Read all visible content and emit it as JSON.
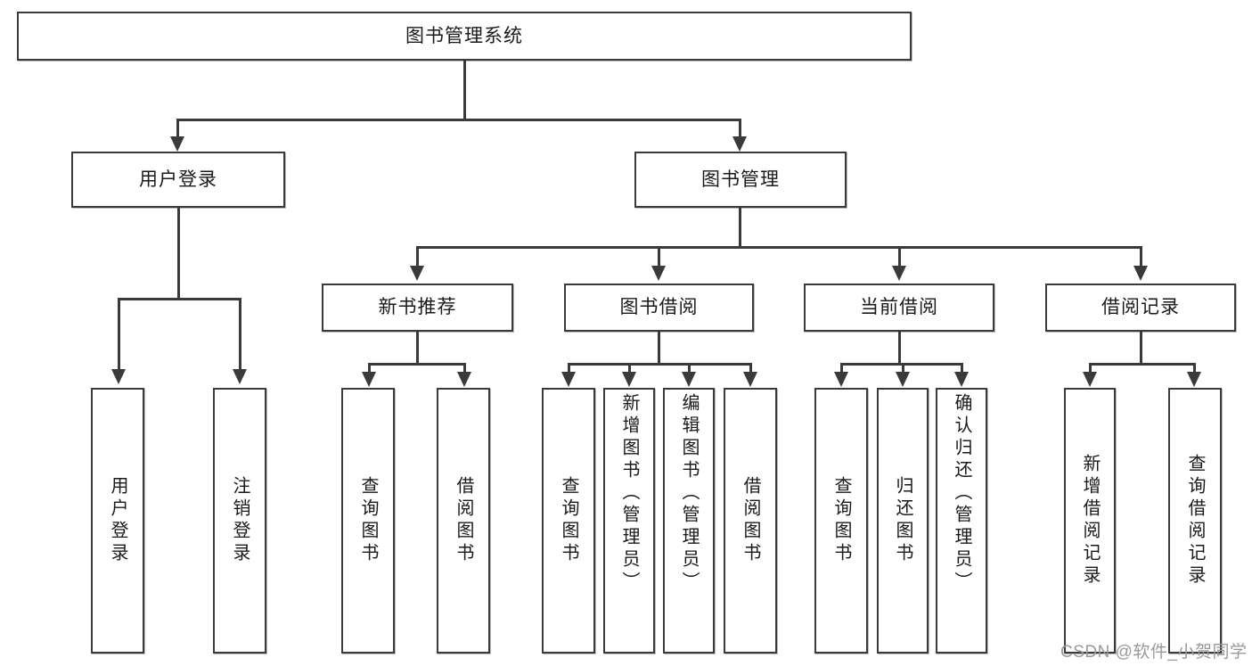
{
  "diagram": {
    "title_node": {
      "label": "图书管理系统"
    },
    "level2": [
      {
        "id": "user-login",
        "label": "用户登录"
      },
      {
        "id": "book-management",
        "label": "图书管理"
      }
    ],
    "level3": [
      {
        "id": "new-book-recommend",
        "label": "新书推荐"
      },
      {
        "id": "book-borrow",
        "label": "图书借阅"
      },
      {
        "id": "current-borrow",
        "label": "当前借阅"
      },
      {
        "id": "borrow-record",
        "label": "借阅记录"
      }
    ],
    "leaves": {
      "user_login": [
        {
          "id": "leaf-user-login",
          "label": "用户登录"
        },
        {
          "id": "leaf-logout-login",
          "label": "注销登录"
        }
      ],
      "new_book_recommend": [
        {
          "id": "leaf-query-book-1",
          "label": "查询图书"
        },
        {
          "id": "leaf-borrow-book-1",
          "label": "借阅图书"
        }
      ],
      "book_borrow": [
        {
          "id": "leaf-query-book-2",
          "label": "查询图书"
        },
        {
          "id": "leaf-add-book",
          "label": "新增图书（管理员）"
        },
        {
          "id": "leaf-edit-book",
          "label": "编辑图书（管理员）"
        },
        {
          "id": "leaf-borrow-book-2",
          "label": "借阅图书"
        }
      ],
      "current_borrow": [
        {
          "id": "leaf-query-book-3",
          "label": "查询图书"
        },
        {
          "id": "leaf-return-book",
          "label": "归还图书"
        },
        {
          "id": "leaf-confirm-return",
          "label": "确认归还（管理员）"
        }
      ],
      "borrow_record": [
        {
          "id": "leaf-add-record",
          "label": "新增借阅记录"
        },
        {
          "id": "leaf-query-record",
          "label": "查询借阅记录"
        }
      ]
    },
    "watermark": "CSDN @软件_小贺同学",
    "colors": {
      "stroke": "#3a3a3a",
      "background": "#ffffff",
      "text": "#1a1a1a",
      "watermark": "#9a9a9a"
    }
  }
}
